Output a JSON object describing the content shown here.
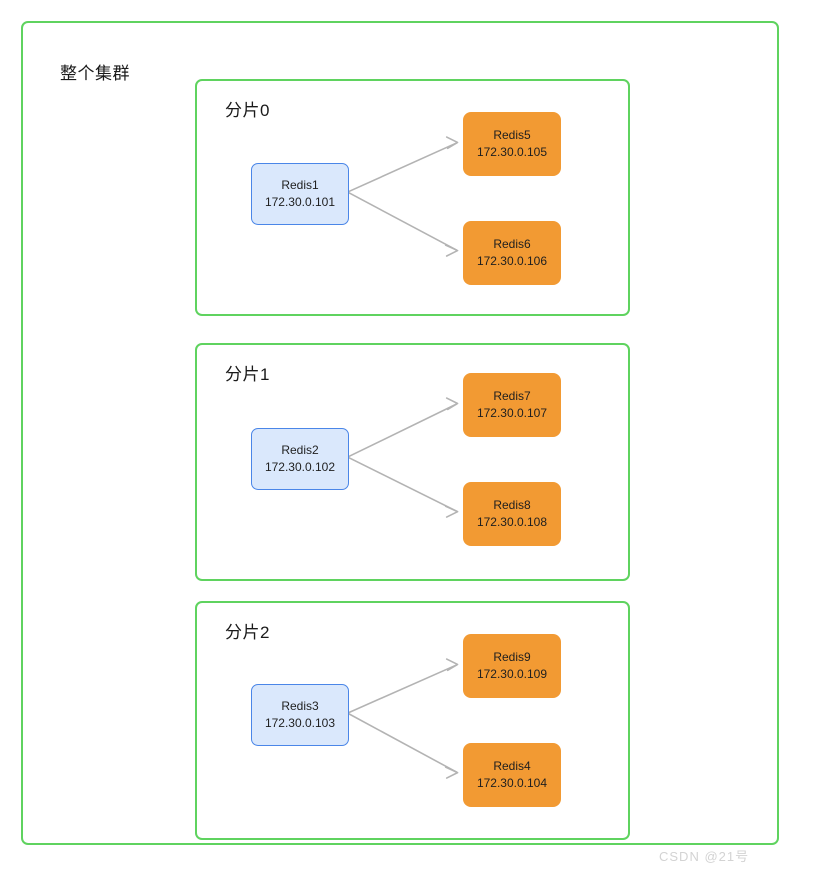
{
  "diagram": {
    "title": "整个集群",
    "watermark": "CSDN @21号",
    "colors": {
      "container_border": "#5fd35f",
      "master_fill": "#dae8fc",
      "master_border": "#4a86e8",
      "replica_fill": "#f29a33",
      "edge": "#b3b3b3",
      "text": "#1f1f1f",
      "watermark": "#d3d3d3",
      "background": "#ffffff"
    },
    "shards": [
      {
        "title": "分片0",
        "master": {
          "name": "Redis1",
          "ip": "172.30.0.101",
          "role": "master"
        },
        "replicas": [
          {
            "name": "Redis5",
            "ip": "172.30.0.105",
            "role": "replica"
          },
          {
            "name": "Redis6",
            "ip": "172.30.0.106",
            "role": "replica"
          }
        ]
      },
      {
        "title": "分片1",
        "master": {
          "name": "Redis2",
          "ip": "172.30.0.102",
          "role": "master"
        },
        "replicas": [
          {
            "name": "Redis7",
            "ip": "172.30.0.107",
            "role": "replica"
          },
          {
            "name": "Redis8",
            "ip": "172.30.0.108",
            "role": "replica"
          }
        ]
      },
      {
        "title": "分片2",
        "master": {
          "name": "Redis3",
          "ip": "172.30.0.103",
          "role": "master"
        },
        "replicas": [
          {
            "name": "Redis9",
            "ip": "172.30.0.109",
            "role": "replica"
          },
          {
            "name": "Redis4",
            "ip": "172.30.0.104",
            "role": "replica"
          }
        ]
      }
    ]
  }
}
